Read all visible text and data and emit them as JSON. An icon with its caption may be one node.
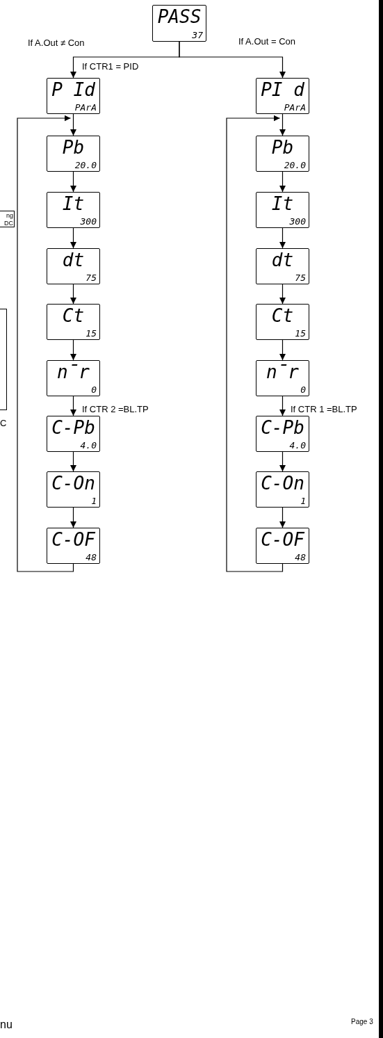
{
  "diagram": {
    "nodes": [
      {
        "text": [
          "PASS",
          "37"
        ]
      },
      {
        "text": [
          "P Id",
          "PArA"
        ]
      },
      {
        "text": [
          "Pb",
          "20.0"
        ]
      },
      {
        "text": [
          "It",
          "300"
        ]
      },
      {
        "text": [
          "dt",
          "75"
        ]
      },
      {
        "text": [
          "Ct",
          "15"
        ]
      },
      {
        "text": [
          "n̄r",
          "0"
        ]
      },
      {
        "text": [
          "C-Pb",
          "4.0"
        ]
      },
      {
        "text": [
          "C-On",
          "1"
        ]
      },
      {
        "text": [
          "C-OF",
          "48"
        ]
      },
      {
        "text": [
          "PI d",
          "PArA"
        ]
      },
      {
        "text": [
          "Pb",
          "20.0"
        ]
      },
      {
        "text": [
          "It",
          "300"
        ]
      },
      {
        "text": [
          "dt",
          "75"
        ]
      },
      {
        "text": [
          "Ct",
          "15"
        ]
      },
      {
        "text": [
          "n̄r",
          "0"
        ]
      },
      {
        "text": [
          "C-Pb",
          "4.0"
        ]
      },
      {
        "text": [
          "C-On",
          "1"
        ]
      },
      {
        "text": [
          "C-OF",
          "48"
        ]
      },
      {
        "text": [
          "ng DC"
        ]
      },
      {
        "text": [],
        "shape": "box"
      }
    ],
    "edges": [
      {
        "from": 0,
        "to": 1,
        "arrow": "to",
        "label": "If A.Out ≠ Con"
      },
      {
        "from": 0,
        "to": 10,
        "arrow": "to",
        "label": "If A.Out = Con"
      },
      {
        "from": 1,
        "to": 2,
        "arrow": "to"
      },
      {
        "from": 2,
        "to": 3,
        "arrow": "to"
      },
      {
        "from": 3,
        "to": 4,
        "arrow": "to"
      },
      {
        "from": 4,
        "to": 5,
        "arrow": "to"
      },
      {
        "from": 5,
        "to": 6,
        "arrow": "to"
      },
      {
        "from": 6,
        "to": 7,
        "arrow": "to",
        "label": "If CTR 2 =BL.TP"
      },
      {
        "from": 7,
        "to": 8,
        "arrow": "to"
      },
      {
        "from": 8,
        "to": 9,
        "arrow": "to"
      },
      {
        "from": 9,
        "to": 2,
        "arrow": "to"
      },
      {
        "from": 10,
        "to": 11,
        "arrow": "to"
      },
      {
        "from": 11,
        "to": 12,
        "arrow": "to"
      },
      {
        "from": 12,
        "to": 13,
        "arrow": "to"
      },
      {
        "from": 13,
        "to": 14,
        "arrow": "to"
      },
      {
        "from": 14,
        "to": 15,
        "arrow": "to"
      },
      {
        "from": 15,
        "to": 16,
        "arrow": "to",
        "label": "If CTR 1 =BL.TP"
      },
      {
        "from": 16,
        "to": 17,
        "arrow": "to"
      },
      {
        "from": 17,
        "to": 18,
        "arrow": "to"
      },
      {
        "from": 18,
        "to": 11,
        "arrow": "to"
      }
    ],
    "labels": [
      "If CTR1 = PID",
      "C",
      "nu",
      "Page 3"
    ]
  }
}
